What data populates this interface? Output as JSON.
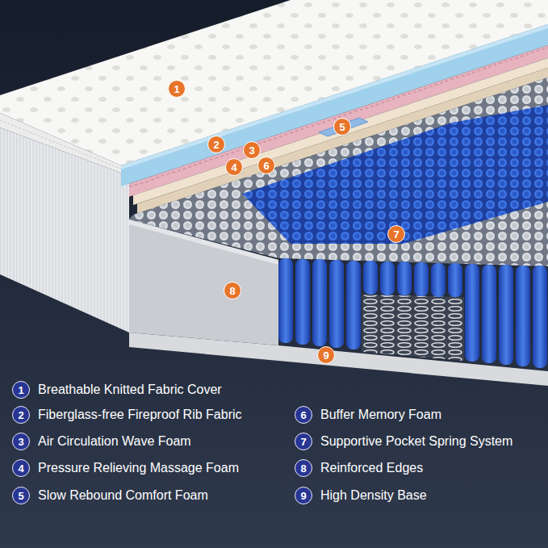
{
  "diagram": {
    "labels": [
      "1",
      "2",
      "3",
      "4",
      "5",
      "6",
      "7",
      "8",
      "9",
      "1",
      "2",
      "3",
      "4",
      "5",
      "6",
      "7",
      "8",
      "9"
    ],
    "legend": [
      {
        "text": "Breathable Knitted Fabric Cover"
      },
      {
        "text": "Fiberglass-free Fireproof Rib Fabric"
      },
      {
        "text": "Air Circulation Wave Foam"
      },
      {
        "text": "Pressure Relieving Massage Foam"
      },
      {
        "text": "Slow Rebound Comfort Foam"
      },
      {
        "text": "Buffer Memory Foam"
      },
      {
        "text": "Supportive Pocket Spring System"
      },
      {
        "text": "Reinforced Edges"
      },
      {
        "text": "High Density Base"
      }
    ]
  }
}
